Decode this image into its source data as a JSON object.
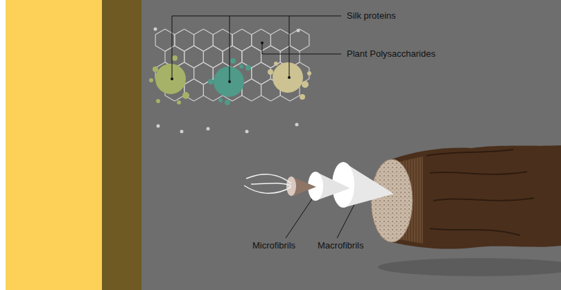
{
  "diagram": {
    "labels": [
      "Silk proteins",
      "Plant Polysaccharides",
      "Microfibrils",
      "Macrofibrils"
    ]
  }
}
